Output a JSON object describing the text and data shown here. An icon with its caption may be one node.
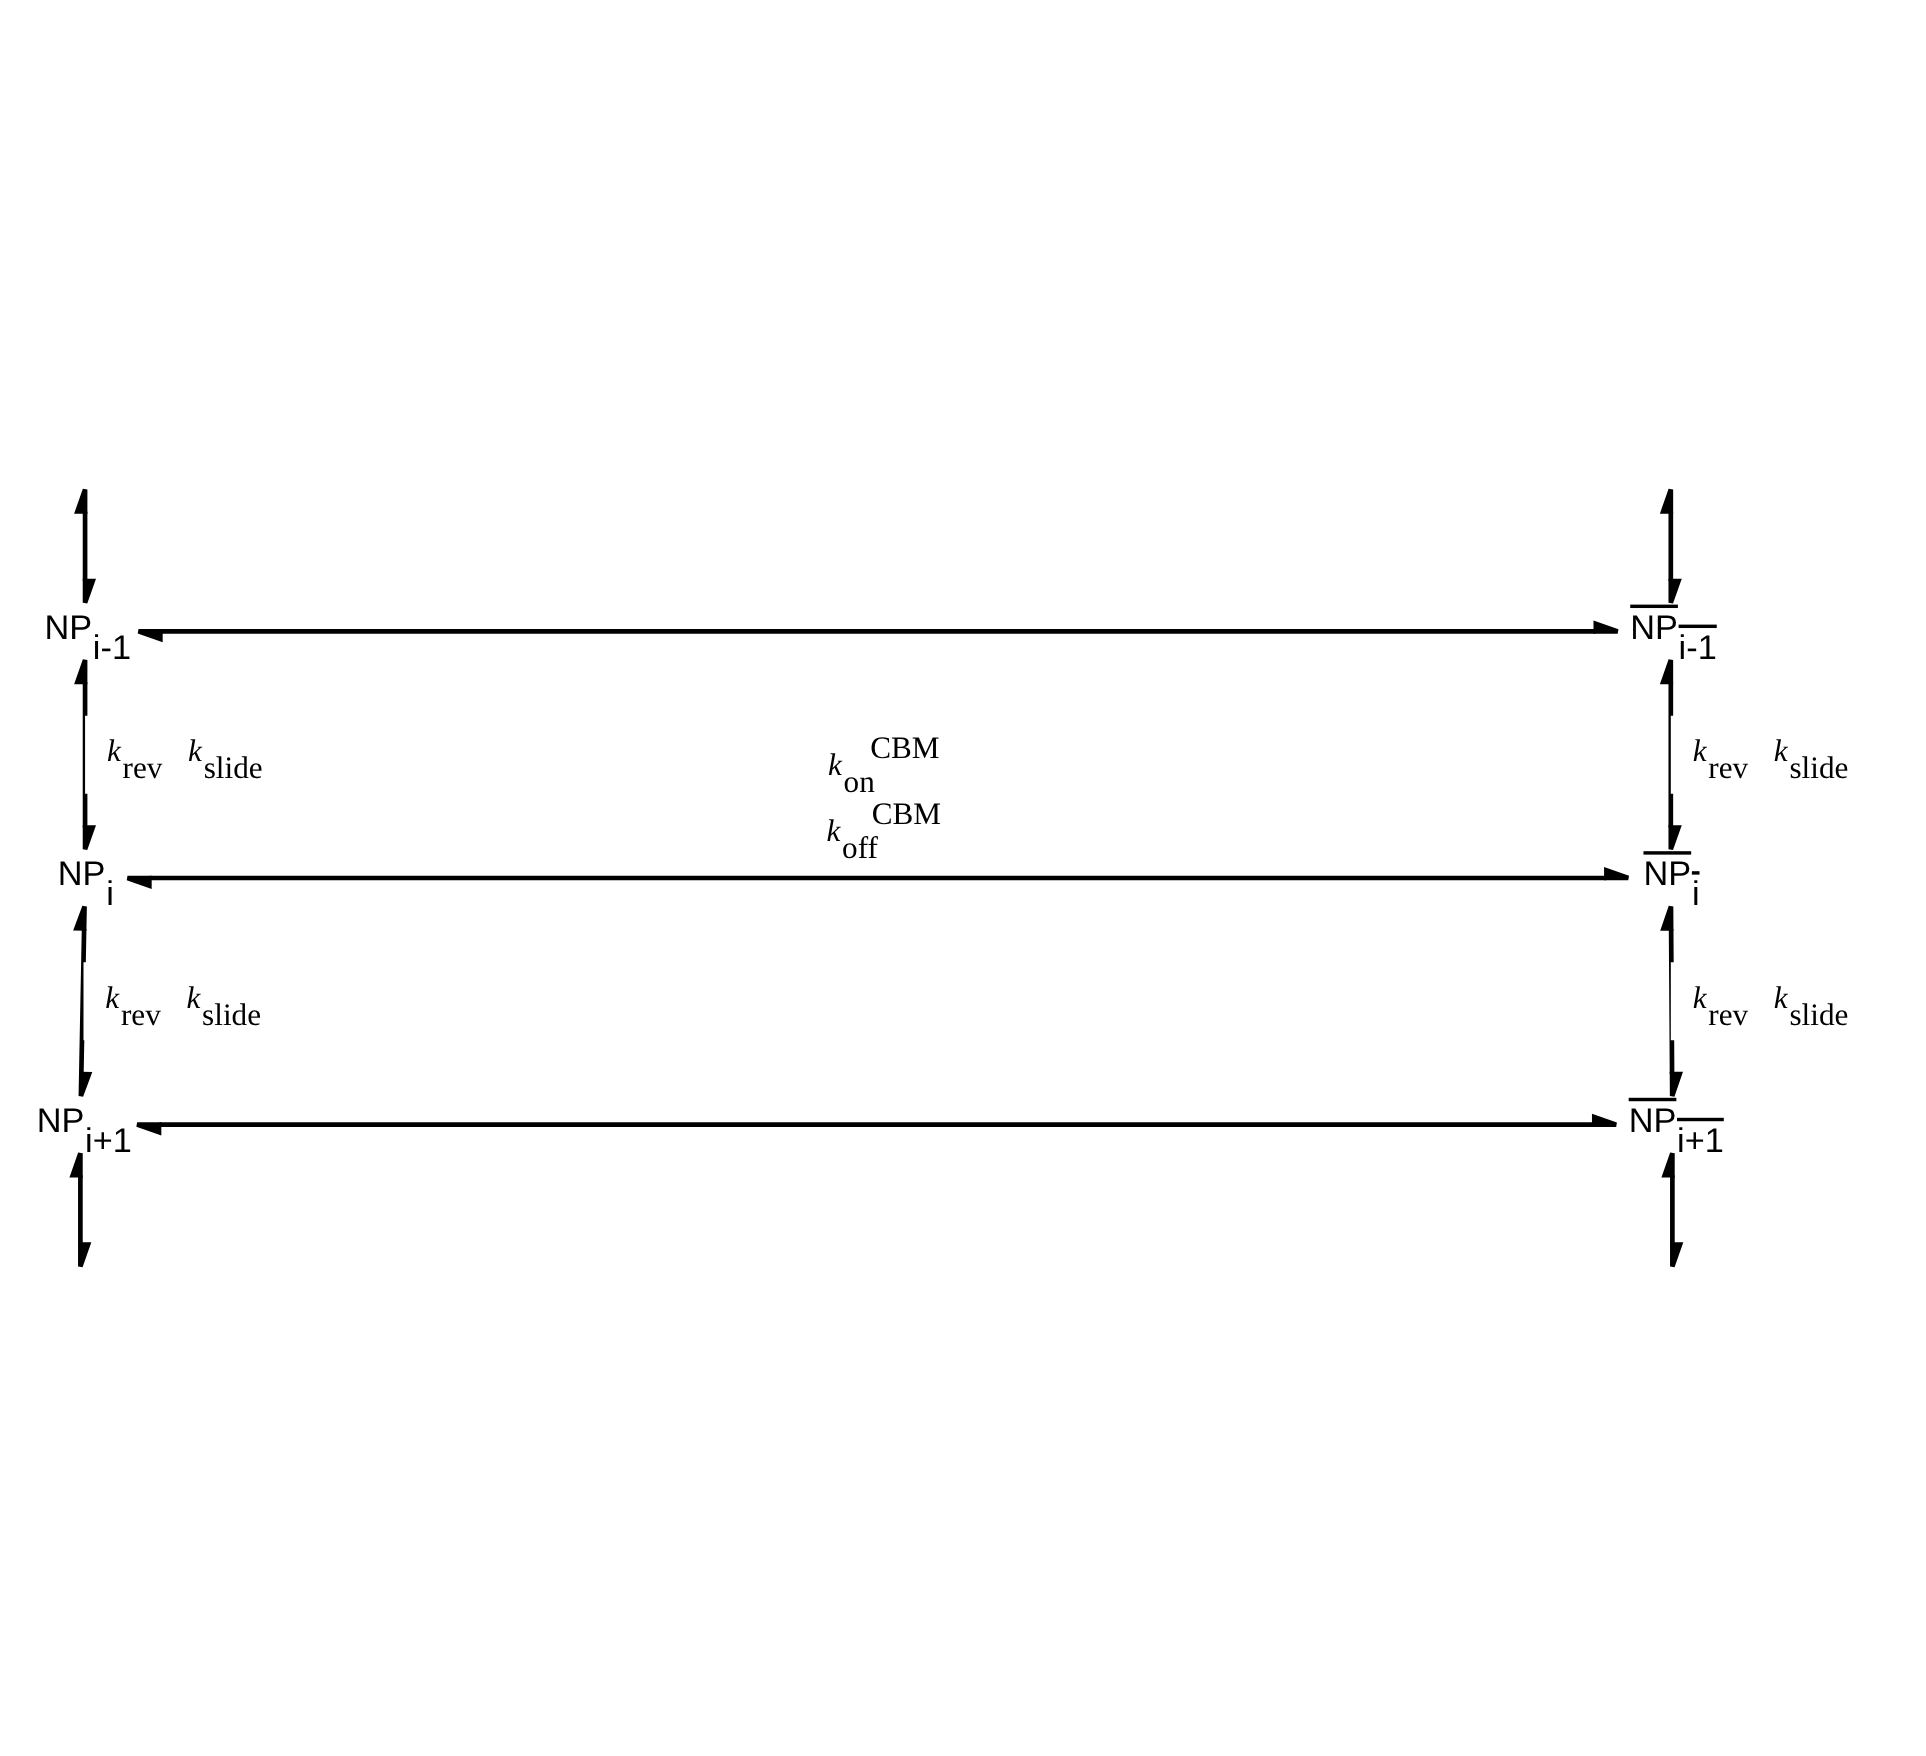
{
  "diagram": {
    "nodes": [
      {
        "text": [
          "NP$_{i-1}$"
        ]
      },
      {
        "text": [
          "NP$_{i-1}$"
        ]
      },
      {
        "text": [
          "NP$_{i}$"
        ]
      },
      {
        "text": [
          "NP$_{i}$"
        ]
      },
      {
        "text": [
          "NP$_{i+1}$"
        ]
      },
      {
        "text": [
          "NP$_{i+1}$"
        ]
      }
    ],
    "edges": [
      {
        "from": null,
        "to": 0,
        "arrow": "both"
      },
      {
        "from": null,
        "to": 1,
        "arrow": "both"
      },
      {
        "from": 0,
        "to": 1,
        "arrow": "both"
      },
      {
        "from": 0,
        "to": 2,
        "arrow": "both",
        "label": "*k*$_{rev}$ *k*$_{slide}$"
      },
      {
        "from": 1,
        "to": 3,
        "arrow": "both",
        "label": "*k*$_{rev}$ *k*$_{slide}$"
      },
      {
        "from": 2,
        "to": 3,
        "arrow": "both",
        "label": "*k*$_{on}$$^{CBM}$ *k*$_{off}$$^{CBM}$"
      },
      {
        "from": 2,
        "to": 4,
        "arrow": "both",
        "label": "*k*$_{rev}$ *k*$_{slide}$"
      },
      {
        "from": 3,
        "to": 5,
        "arrow": "both",
        "label": "*k*$_{rev}$ *k*$_{slide}$"
      },
      {
        "from": 4,
        "to": 5,
        "arrow": "both"
      },
      {
        "from": 4,
        "to": null,
        "arrow": "both"
      },
      {
        "from": 5,
        "to": null,
        "arrow": "both"
      }
    ]
  }
}
